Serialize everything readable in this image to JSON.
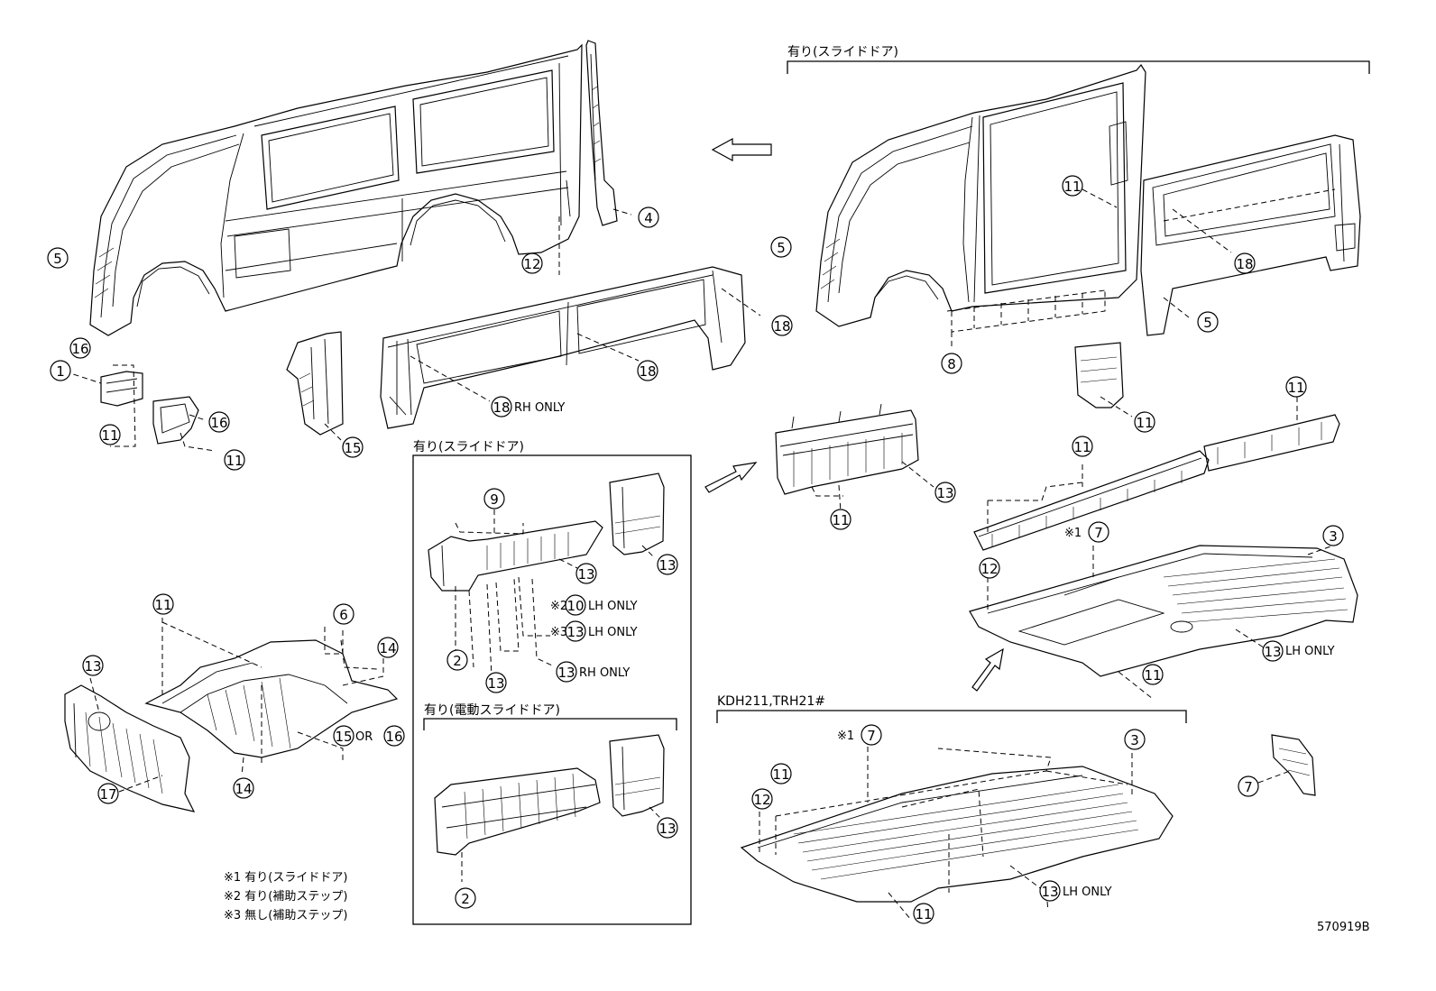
{
  "labels": {
    "group_top_right": "有り(スライドドア)",
    "group_box_top": "有り(スライドドア)",
    "group_box_bottom": "有り(電動スライドドア)",
    "group_bottom_right": "KDH211,TRH21#",
    "rh_only_18": "RH ONLY",
    "lh_only_10": "LH ONLY",
    "lh_only_13a": "LH ONLY",
    "rh_only_13": "RH ONLY",
    "lh_only_13b": "LH ONLY",
    "lh_only_13c": "LH ONLY",
    "or_text": "OR",
    "ref1_mark": "※1",
    "ref1_mark_b": "※1",
    "ref2_mark": "※2",
    "ref3_mark": "※3",
    "figure_code": "570919B"
  },
  "notes": [
    "※1 有り(スライドドア)",
    "※2 有り(補助ステップ)",
    "※3 無し(補助ステップ)"
  ],
  "callouts": [
    "①",
    "②",
    "③",
    "④",
    "⑤",
    "⑥",
    "⑦",
    "⑧",
    "⑨",
    "⑩",
    "⑪",
    "⑫",
    "⑬",
    "⑭",
    "⑮",
    "⑯",
    "⑰",
    "⑱"
  ]
}
